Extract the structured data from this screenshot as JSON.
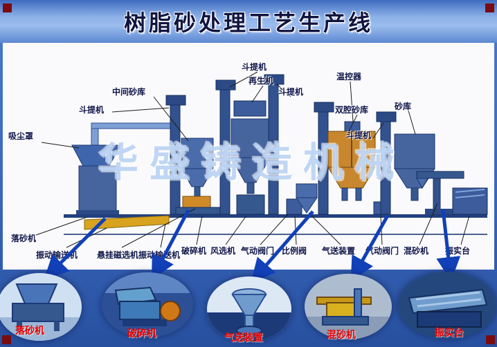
{
  "header": {
    "title": "树脂砂处理工艺生产线"
  },
  "watermark": "华盛铸造机械",
  "colors": {
    "title_navy": "#10143f",
    "label_red": "#e60000",
    "corner_red": "#7a0c10",
    "machine_blue": "#35588f",
    "silo_orange": "#c8872e",
    "conveyor_yellow": "#d8a31f",
    "arrow_blue": "#1140b8"
  },
  "diagram_labels": [
    {
      "text": "斗提机"
    },
    {
      "text": "再生机"
    },
    {
      "text": "温控器"
    },
    {
      "text": "中间砂库"
    },
    {
      "text": "斗提机"
    },
    {
      "text": "斗提机"
    },
    {
      "text": "双腔砂库"
    },
    {
      "text": "砂库"
    },
    {
      "text": "斗提机"
    },
    {
      "text": "吸尘罩"
    },
    {
      "text": "落砂机"
    },
    {
      "text": "振动输送机"
    },
    {
      "text": "悬挂磁选机"
    },
    {
      "text": "振动输送机"
    },
    {
      "text": "破碎机"
    },
    {
      "text": "风选机"
    },
    {
      "text": "气动阀门"
    },
    {
      "text": "比例阀"
    },
    {
      "text": "气送装置"
    },
    {
      "text": "气动阀门"
    },
    {
      "text": "混砂机"
    },
    {
      "text": "振实台"
    }
  ],
  "detail_callouts": [
    {
      "label": "落砂机"
    },
    {
      "label": "破碎机"
    },
    {
      "label": "气送装置"
    },
    {
      "label": "混砂机"
    },
    {
      "label": "振实台"
    }
  ]
}
